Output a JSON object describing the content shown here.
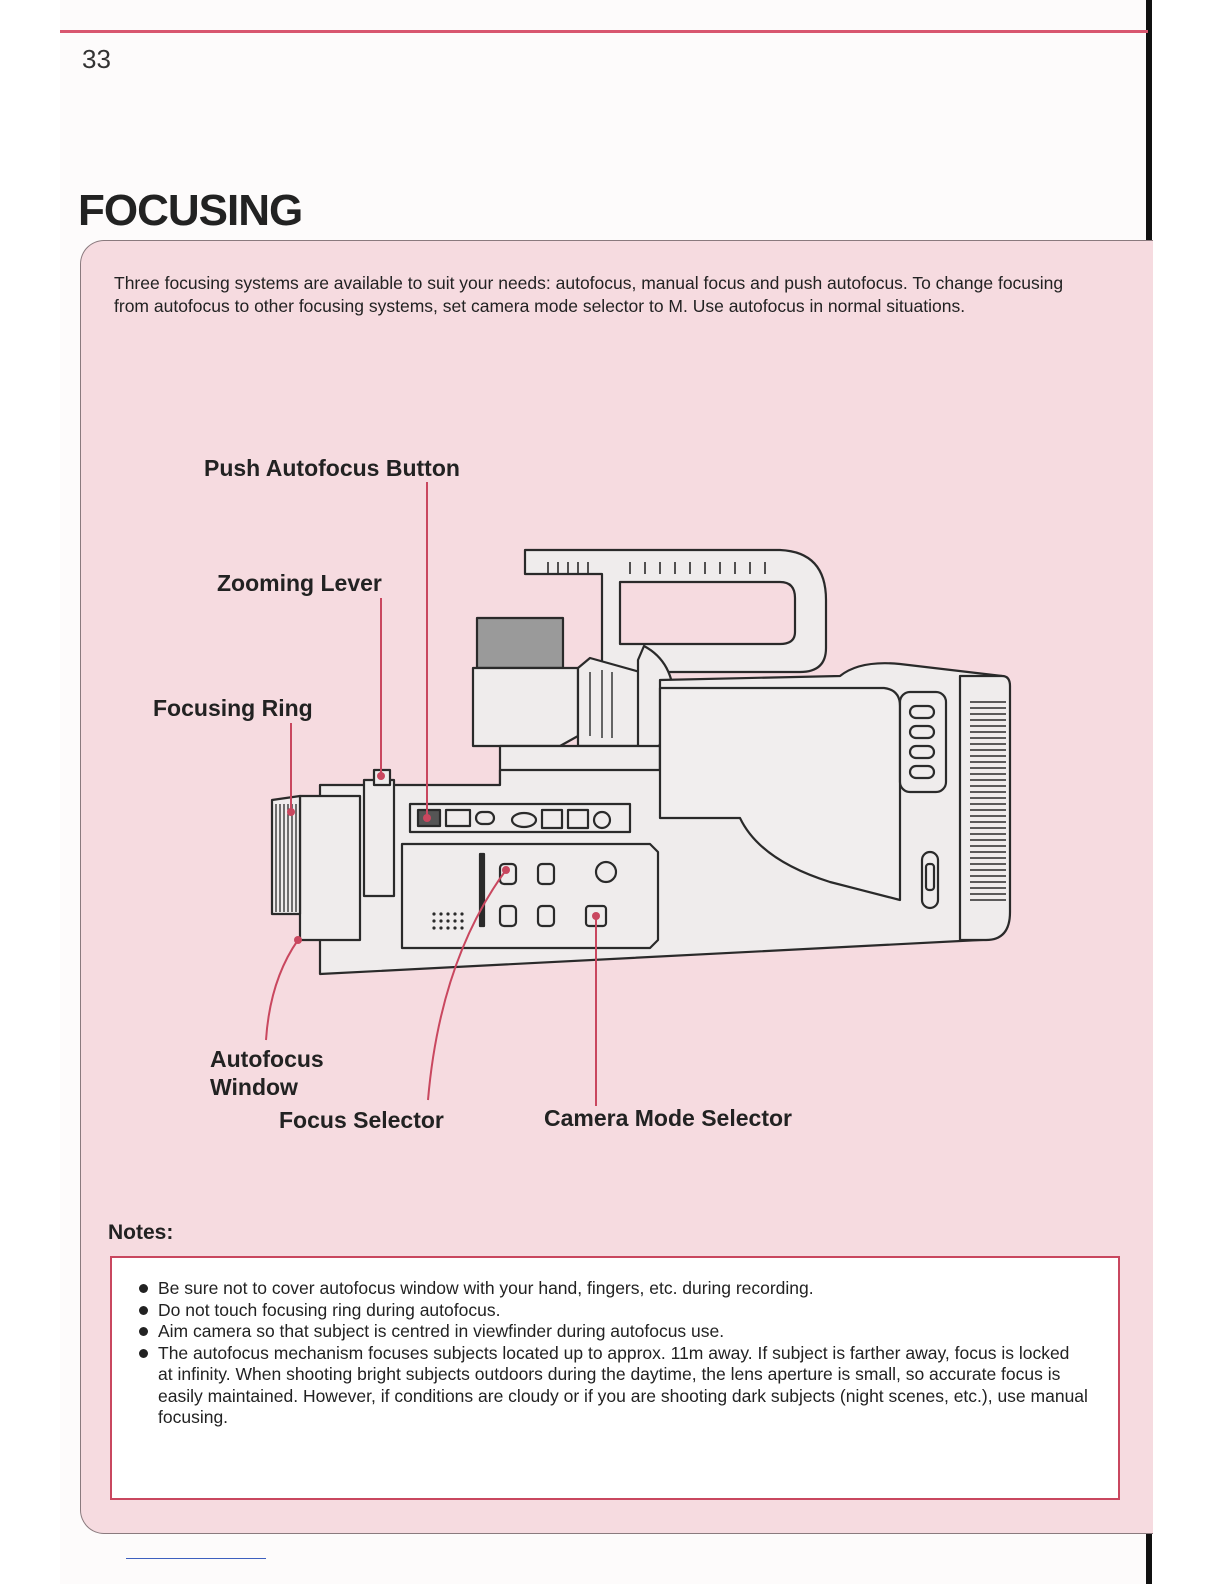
{
  "page": {
    "number": "33",
    "title": "FOCUSING"
  },
  "intro": "Three focusing systems are available to suit your needs: autofocus, manual focus and push autofocus. To change focusing from autofocus to other focusing systems, set camera mode selector to M. Use autofocus in normal situations.",
  "diagram": {
    "callouts": {
      "push_autofocus": "Push Autofocus Button",
      "zooming_lever": "Zooming Lever",
      "focusing_ring": "Focusing Ring",
      "autofocus_window_line1": "Autofocus",
      "autofocus_window_line2": "Window",
      "focus_selector": "Focus Selector",
      "camera_mode_selector": "Camera Mode Selector"
    },
    "colors": {
      "leader": "#c9475f",
      "body": "#efecec",
      "outline": "#2a2a2a",
      "panel": "#f6dbe0"
    }
  },
  "notes": {
    "title": "Notes:",
    "items": [
      "Be sure not to cover autofocus window with your hand, fingers, etc. during recording.",
      "Do not touch focusing ring during autofocus.",
      "Aim camera so that subject is centred in viewfinder during autofocus use.",
      "The autofocus mechanism focuses subjects located up to approx. 11m away. If subject is farther away, focus is locked at infinity. When shooting bright subjects outdoors during the daytime, the lens aperture is small, so accurate focus is easily maintained. However, if conditions are cloudy or if you are shooting dark subjects (night scenes, etc.), use manual focusing."
    ]
  }
}
